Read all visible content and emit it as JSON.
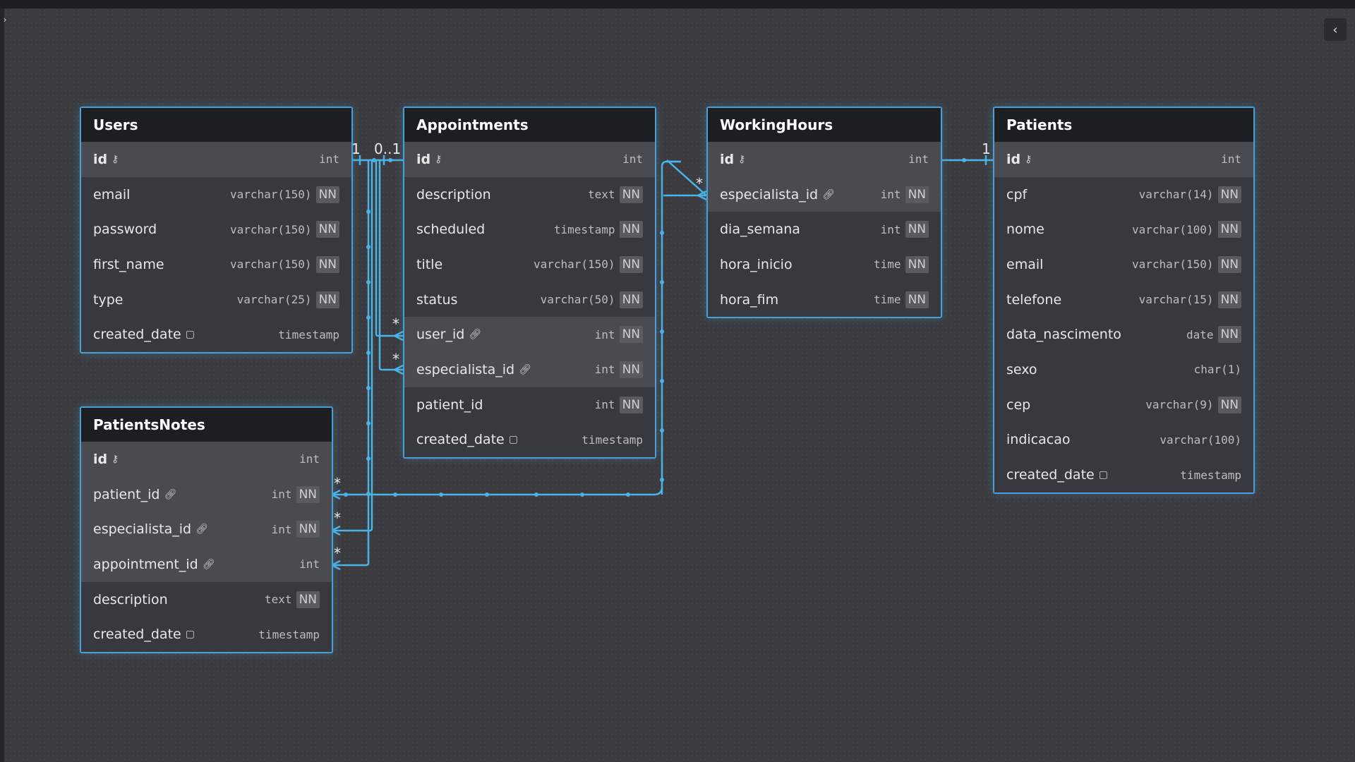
{
  "ui": {
    "left_toggle": "›",
    "collapse": "‹"
  },
  "colors": {
    "edge": "#4ab4e6",
    "entity_border": "#4a9fd6",
    "header_bg": "#1d1e22",
    "canvas_bg": "#3b3b3f"
  },
  "tables": [
    {
      "name": "Users",
      "columns": [
        {
          "name": "id",
          "type": "int",
          "pk": true
        },
        {
          "name": "email",
          "type": "varchar(150)",
          "nn": "NN"
        },
        {
          "name": "password",
          "type": "varchar(150)",
          "nn": "NN"
        },
        {
          "name": "first_name",
          "type": "varchar(150)",
          "nn": "NN"
        },
        {
          "name": "type",
          "type": "varchar(25)",
          "nn": "NN"
        },
        {
          "name": "created_date",
          "type": "timestamp",
          "note": true
        }
      ]
    },
    {
      "name": "Appointments",
      "columns": [
        {
          "name": "id",
          "type": "int",
          "pk": true
        },
        {
          "name": "description",
          "type": "text",
          "nn": "NN"
        },
        {
          "name": "scheduled",
          "type": "timestamp",
          "nn": "NN"
        },
        {
          "name": "title",
          "type": "varchar(150)",
          "nn": "NN"
        },
        {
          "name": "status",
          "type": "varchar(50)",
          "nn": "NN"
        },
        {
          "name": "user_id",
          "type": "int",
          "nn": "NN",
          "fk": true
        },
        {
          "name": "especialista_id",
          "type": "int",
          "nn": "NN",
          "fk": true
        },
        {
          "name": "patient_id",
          "type": "int",
          "nn": "NN"
        },
        {
          "name": "created_date",
          "type": "timestamp",
          "note": true
        }
      ]
    },
    {
      "name": "WorkingHours",
      "columns": [
        {
          "name": "id",
          "type": "int",
          "pk": true
        },
        {
          "name": "especialista_id",
          "type": "int",
          "nn": "NN",
          "fk": true
        },
        {
          "name": "dia_semana",
          "type": "int",
          "nn": "NN"
        },
        {
          "name": "hora_inicio",
          "type": "time",
          "nn": "NN"
        },
        {
          "name": "hora_fim",
          "type": "time",
          "nn": "NN"
        }
      ]
    },
    {
      "name": "Patients",
      "columns": [
        {
          "name": "id",
          "type": "int",
          "pk": true
        },
        {
          "name": "cpf",
          "type": "varchar(14)",
          "nn": "NN"
        },
        {
          "name": "nome",
          "type": "varchar(100)",
          "nn": "NN"
        },
        {
          "name": "email",
          "type": "varchar(150)",
          "nn": "NN"
        },
        {
          "name": "telefone",
          "type": "varchar(15)",
          "nn": "NN"
        },
        {
          "name": "data_nascimento",
          "type": "date",
          "nn": "NN"
        },
        {
          "name": "sexo",
          "type": "char(1)"
        },
        {
          "name": "cep",
          "type": "varchar(9)",
          "nn": "NN"
        },
        {
          "name": "indicacao",
          "type": "varchar(100)"
        },
        {
          "name": "created_date",
          "type": "timestamp",
          "note": true
        }
      ]
    },
    {
      "name": "PatientsNotes",
      "columns": [
        {
          "name": "id",
          "type": "int",
          "pk": true
        },
        {
          "name": "patient_id",
          "type": "int",
          "nn": "NN",
          "fk": true
        },
        {
          "name": "especialista_id",
          "type": "int",
          "nn": "NN",
          "fk": true
        },
        {
          "name": "appointment_id",
          "type": "int",
          "fk": true
        },
        {
          "name": "description",
          "type": "text",
          "nn": "NN"
        },
        {
          "name": "created_date",
          "type": "timestamp",
          "note": true
        }
      ]
    }
  ],
  "relationships": [
    {
      "from": "Users.id",
      "to": "Appointments.id",
      "from_card": "1",
      "to_card": "0..1"
    },
    {
      "from": "Users.id",
      "to": "Appointments.user_id",
      "to_card": "*"
    },
    {
      "from": "Users.id",
      "to": "Appointments.especialista_id",
      "to_card": "*"
    },
    {
      "from": "Users.id",
      "to": "WorkingHours.especialista_id",
      "to_card": "*"
    },
    {
      "from": "WorkingHours.id",
      "to": "Patients.id",
      "to_card": "1"
    },
    {
      "from": "Patients",
      "to": "PatientsNotes.patient_id",
      "to_card": "*"
    },
    {
      "from": "Users.id",
      "to": "PatientsNotes.especialista_id",
      "to_card": "*"
    },
    {
      "from": "Appointments.id",
      "to": "PatientsNotes.appointment_id",
      "to_card": "*"
    }
  ],
  "cardinality_labels": {
    "users_one": "1",
    "appointments_zero_one": "0..1",
    "appointments_user_many": "*",
    "appointments_esp_many": "*",
    "working_esp_many": "*",
    "patients_one": "1",
    "notes_patient_many": "*",
    "notes_esp_many": "*",
    "notes_appt_many": "*"
  }
}
